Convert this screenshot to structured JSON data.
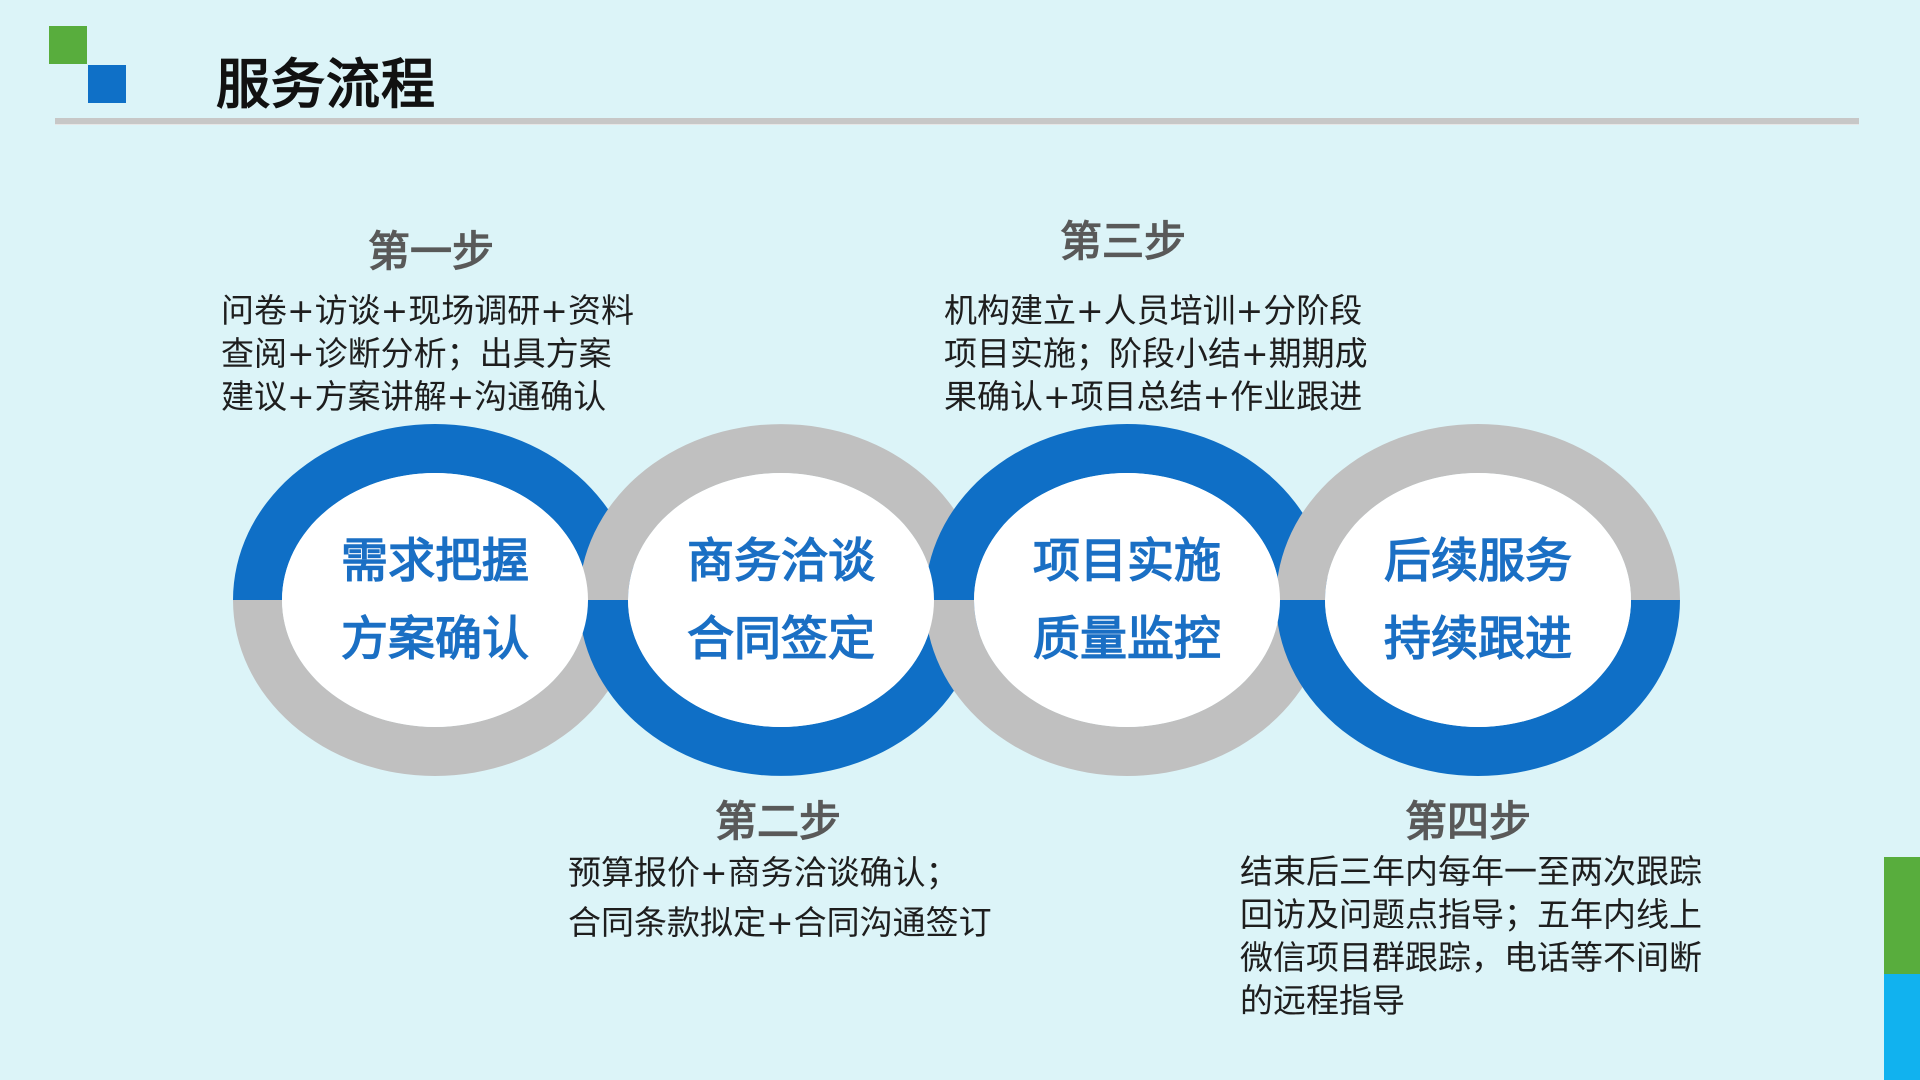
{
  "page": {
    "title": "服务流程"
  },
  "colors": {
    "ring_primary": "#0f6fc6",
    "ring_secondary": "#c0c0c0",
    "label_text": "#1a6fc4",
    "logo_green": "#58ad3d",
    "logo_blue": "#0f70c7",
    "accent_cyan": "#11b2ef"
  },
  "steps": [
    {
      "heading": "第一步",
      "description": [
        "问卷+访谈+现场调研+资料",
        "查阅+诊断分析；出具方案",
        "建议+方案讲解+沟通确认"
      ],
      "circle_lines": [
        "需求把握",
        "方案确认"
      ]
    },
    {
      "heading": "第二步",
      "description": [
        "预算报价+商务洽谈确认；",
        "合同条款拟定+合同沟通签订"
      ],
      "circle_lines": [
        "商务洽谈",
        "合同签定"
      ]
    },
    {
      "heading": "第三步",
      "description": [
        "机构建立+人员培训+分阶段",
        "项目实施；阶段小结+期期成",
        "果确认+项目总结+作业跟进"
      ],
      "circle_lines": [
        "项目实施",
        "质量监控"
      ]
    },
    {
      "heading": "第四步",
      "description": [
        "结束后三年内每年一至两次跟踪",
        "回访及问题点指导；五年内线上",
        "微信项目群跟踪，电话等不间断",
        "的远程指导"
      ],
      "circle_lines": [
        "后续服务",
        "持续跟进"
      ]
    }
  ]
}
